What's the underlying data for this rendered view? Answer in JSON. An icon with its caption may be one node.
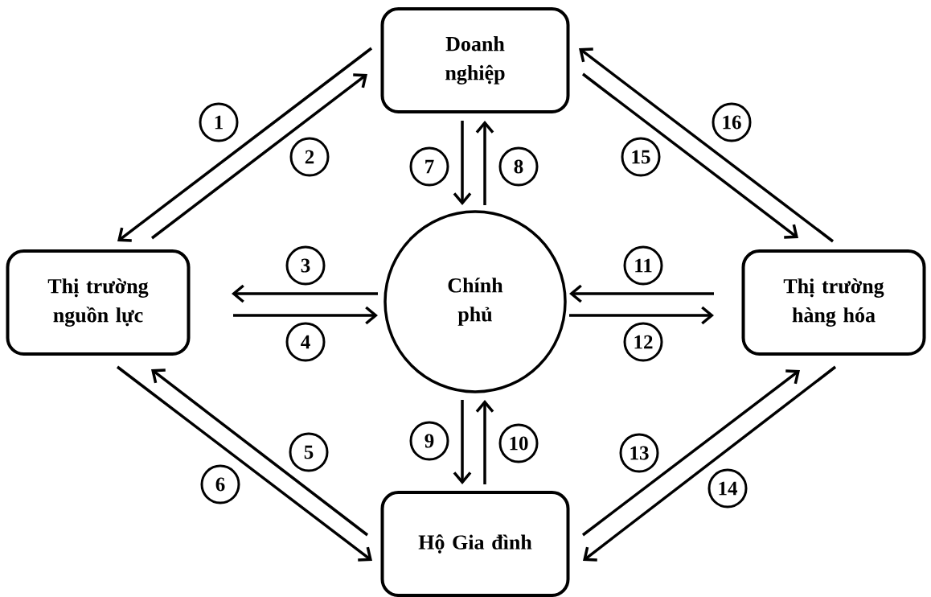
{
  "diagram": {
    "nodes": [
      {
        "text": [
          "Doanh nghiệp"
        ]
      },
      {
        "text": [
          "Thị trường nguồn lực"
        ]
      },
      {
        "text": [
          "Chính phủ"
        ]
      },
      {
        "text": [
          "Thị trường hàng hóa"
        ]
      },
      {
        "text": [
          "Hộ Gia đình"
        ]
      }
    ],
    "edges": [
      {
        "from": 0,
        "to": 1,
        "arrow": "to",
        "label": "1"
      },
      {
        "from": 1,
        "to": 0,
        "arrow": "to",
        "label": "2"
      },
      {
        "from": 2,
        "to": 1,
        "arrow": "to",
        "label": "3"
      },
      {
        "from": 1,
        "to": 2,
        "arrow": "to",
        "label": "4"
      },
      {
        "from": 4,
        "to": 1,
        "arrow": "to",
        "label": "5"
      },
      {
        "from": 1,
        "to": 4,
        "arrow": "to",
        "label": "6"
      },
      {
        "from": 0,
        "to": 2,
        "arrow": "to",
        "label": "7"
      },
      {
        "from": 2,
        "to": 0,
        "arrow": "to",
        "label": "8"
      },
      {
        "from": 2,
        "to": 4,
        "arrow": "to",
        "label": "9"
      },
      {
        "from": 4,
        "to": 2,
        "arrow": "to",
        "label": "10"
      },
      {
        "from": 3,
        "to": 2,
        "arrow": "to",
        "label": "11"
      },
      {
        "from": 2,
        "to": 3,
        "arrow": "to",
        "label": "12"
      },
      {
        "from": 4,
        "to": 3,
        "arrow": "to",
        "label": "13"
      },
      {
        "from": 3,
        "to": 4,
        "arrow": "to",
        "label": "14"
      },
      {
        "from": 0,
        "to": 3,
        "arrow": "to",
        "label": "15"
      },
      {
        "from": 3,
        "to": 0,
        "arrow": "to",
        "label": "16"
      }
    ]
  }
}
